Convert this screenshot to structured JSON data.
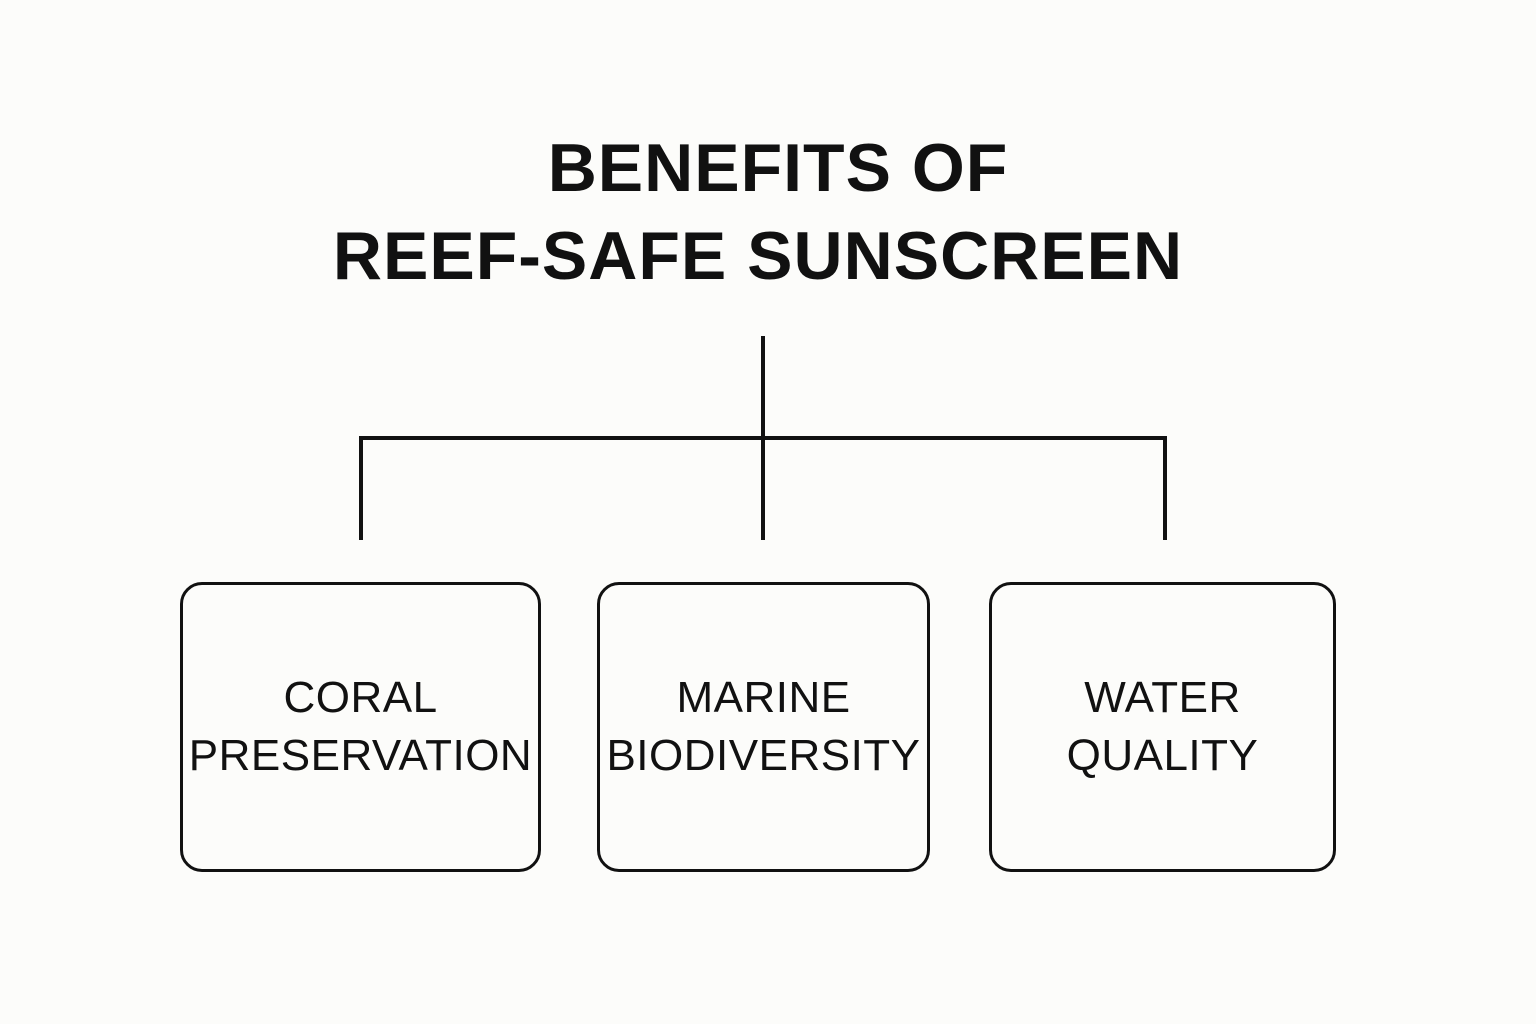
{
  "diagram": {
    "title_lines": [
      "BENEFITS OF",
      "REEF-SAFE SUNSCREEN"
    ],
    "nodes": [
      {
        "id": "coral-preservation",
        "lines": [
          "CORAL",
          "PRESERVATION"
        ]
      },
      {
        "id": "marine-biodiversity",
        "lines": [
          "MARINE",
          "BIODIVERSITY"
        ]
      },
      {
        "id": "water-quality",
        "lines": [
          "WATER",
          "QUALITY"
        ]
      }
    ],
    "colors": {
      "background": "#fcfcfa",
      "stroke": "#111111",
      "text": "#111111"
    }
  }
}
